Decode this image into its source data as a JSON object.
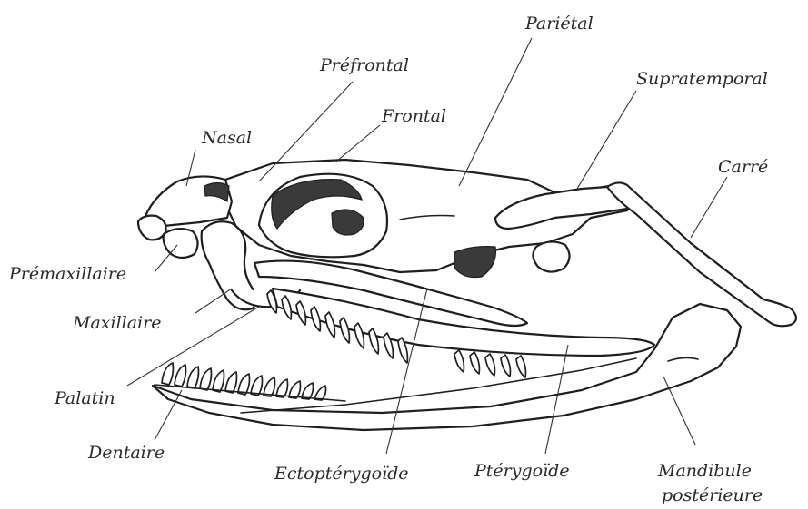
{
  "labels": {
    "parietal": "Pariétal",
    "prefrontal": "Préfrontal",
    "supratemporal": "Supratemporal",
    "nasal": "Nasal",
    "frontal": "Frontal",
    "carre": "Carré",
    "premaxillaire": "Prémaxillaire",
    "maxillaire": "Maxillaire",
    "palatin": "Palatin",
    "dentaire": "Dentaire",
    "ectopterygoide": "Ectoptérygoïde",
    "pterygoide": "Ptérygoïde",
    "mandibule_line1": "Mandibule",
    "mandibule_line2": "postérieure"
  }
}
